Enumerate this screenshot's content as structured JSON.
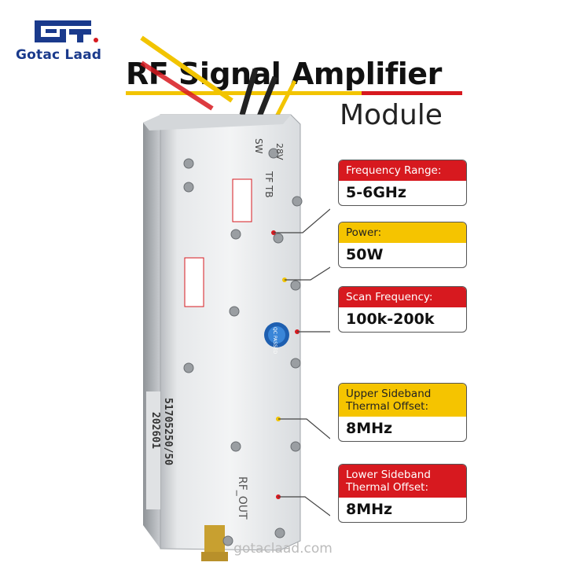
{
  "brand": {
    "name": "Gotac Laad",
    "website": "gotaclaad.com"
  },
  "title": "RF Signal Amplifier",
  "subtitle": "Module",
  "device": {
    "label_top": "SW",
    "label_top2": "28V",
    "label_tf": "TF TB",
    "serial": "51705250/50",
    "batch": "202601",
    "port": "RF_OUT",
    "qc_badge": "QC PASSED"
  },
  "specs": [
    {
      "label": "Frequency Range:",
      "value": "5-6GHz",
      "accent": "#d7191f"
    },
    {
      "label": "Power:",
      "value": "50W",
      "accent": "#f5c400"
    },
    {
      "label": "Scan Frequency:",
      "value": "100k-200k",
      "accent": "#d7191f"
    },
    {
      "label": "Upper Sideband Thermal Offset:",
      "label_line1": "Upper Sideband",
      "label_line2": "Thermal Offset:",
      "value": "8MHz",
      "accent": "#f5c400"
    },
    {
      "label": "Lower Sideband Thermal Offset:",
      "label_line1": "Lower Sideband",
      "label_line2": "Thermal Offset:",
      "value": "8MHz",
      "accent": "#d7191f"
    }
  ],
  "colors": {
    "brand_blue": "#1a3a8c",
    "accent_red": "#d7191f",
    "accent_yellow": "#f5c400"
  }
}
